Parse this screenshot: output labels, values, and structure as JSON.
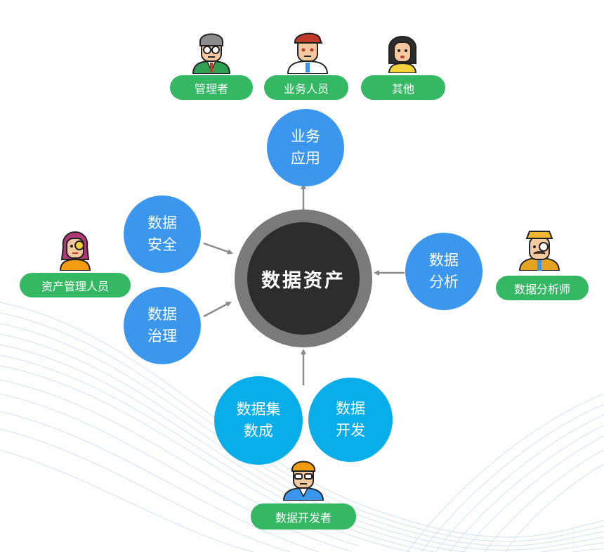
{
  "center": {
    "label": "数据资产"
  },
  "bubbles": {
    "biz_app": {
      "line1": "业务",
      "line2": "应用"
    },
    "security": {
      "line1": "数据",
      "line2": "安全"
    },
    "governance": {
      "line1": "数据",
      "line2": "治理"
    },
    "analysis": {
      "line1": "数据",
      "line2": "分析"
    },
    "integrate": {
      "line1": "数据集",
      "line2": "数成"
    },
    "develop": {
      "line1": "数据",
      "line2": "开发"
    }
  },
  "roles": {
    "manager": {
      "label": "管理者"
    },
    "business_staff": {
      "label": "业务人员"
    },
    "other": {
      "label": "其他"
    },
    "asset_manager": {
      "label": "资产管理人员"
    },
    "data_analyst": {
      "label": "数据分析师"
    },
    "developer": {
      "label": "数据开发者"
    }
  },
  "colors": {
    "bubble_blue": "#3b97ee",
    "bubble_cyan": "#08aeea",
    "tag_green": "#35b864",
    "core_ring": "#7a7a7a",
    "core_fill": "#2d2d2d",
    "arrow": "#8a8a8a"
  },
  "icons": [
    "manager-avatar-icon",
    "business-staff-avatar-icon",
    "other-avatar-icon",
    "asset-manager-avatar-icon",
    "data-analyst-avatar-icon",
    "developer-avatar-icon"
  ]
}
